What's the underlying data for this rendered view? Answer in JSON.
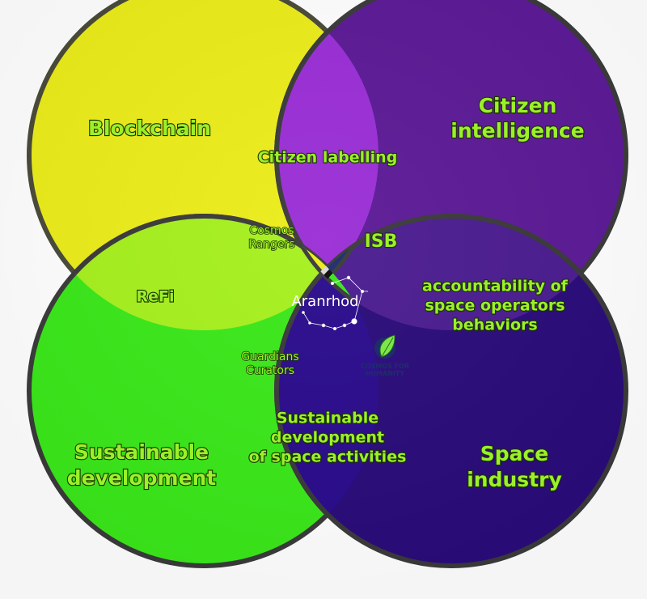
{
  "colors": {
    "blockchain": "#ecec1a",
    "citizen_intelligence": "#5c1a96",
    "sustainable_development": "#3ae81a",
    "space_industry": "#2a0b7a",
    "outline": "#3a3a3a"
  },
  "circles": {
    "top_left": "Blockchain",
    "top_right_line1": "Citizen",
    "top_right_line2": "intelligence",
    "bottom_left_line1": "Sustainable",
    "bottom_left_line2": "development",
    "bottom_right_line1": "Space",
    "bottom_right_line2": "industry"
  },
  "overlaps": {
    "top": "Citizen labelling",
    "left": "ReFi",
    "right_line1": "accountability of",
    "right_line2": "space operators",
    "right_line3": "behaviors",
    "bottom_line1": "Sustainable",
    "bottom_line2": "development",
    "bottom_line3": "of space activities",
    "cosmos_rangers_line1": "Cosmos",
    "cosmos_rangers_line2": "Rangers",
    "isb": "ISB",
    "guardians_line1": "Guardians",
    "guardians_line2": "Curators"
  },
  "center": {
    "title": "Aranrhod",
    "tm": "™",
    "icon": "constellation-icon"
  },
  "logo": {
    "icon": "cosmos-for-humanity-leaf-icon",
    "line1": "COSMOS FOR",
    "line2": "HUMANITY"
  }
}
